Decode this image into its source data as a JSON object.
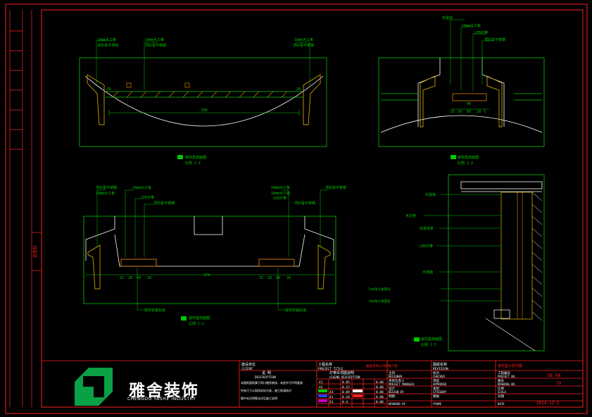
{
  "colors": {
    "line": "#00c800",
    "frame": "#ffffff",
    "red": "#ff2020",
    "wood": "#c8a000",
    "orange": "#e08000",
    "bg": "#000000"
  },
  "brand": {
    "name": "雅舍装饰",
    "sub": "CHENGDU YASHE INDUSTRY"
  },
  "details": {
    "d1": {
      "labels": [
        "18mm大工板",
        "顶石膏平顶线",
        "18mm大工板",
        "顶石膏不锈钢",
        "18mm大工板",
        "顶石膏不锈钢"
      ],
      "dims": [
        "290",
        "20",
        "20"
      ],
      "title": "窗帘盒剖面图",
      "scale": "比例 1:2"
    },
    "d2": {
      "labels": [
        "石膏线",
        "18mm大工板",
        "LED灯带",
        "顶石膏不锈钢"
      ],
      "dims": [
        "40",
        "15",
        "20",
        "60",
        "20",
        "5"
      ],
      "title": "窗帘盒剖面图",
      "scale": "比例 1:2"
    },
    "d3": {
      "labels": [
        "顶石膏不锈钢",
        "18mm大工板",
        "18mm大工板",
        "LED灯带",
        "顶石膏不锈钢",
        "18mm大工板",
        "18mm大工板",
        "LED灯带",
        "顶石膏不锈钢",
        "顶石膏不锈钢"
      ],
      "dims": [
        "15",
        "20",
        "60",
        "20",
        "270",
        "15",
        "20",
        "60",
        "20"
      ],
      "notes": [
        "窗帘安装轨道",
        "窗帘安装轨道"
      ],
      "title": "窗帘盒剖面图",
      "scale": "比例 1:2"
    },
    "d4": {
      "labels": [
        "石膏板",
        "木龙骨",
        "石膏线条",
        "LED灯带",
        "木饰面",
        "5mm防火板基层",
        "5mm防火板基层"
      ],
      "title": "窗帘盒剖面图",
      "scale": "比例 1:5"
    }
  },
  "title_block": {
    "client_cn": "建设单位",
    "client_en": "CLIENT",
    "notes_cn": "说 明",
    "notes_en": "DESCRIPTION",
    "notes_text": [
      "本图纸版权属于四川雅舍装饰，未经许可不得复制",
      "所有尺寸以现场实际为准，施工前请核对",
      "图中未注明做法详见施工说明"
    ],
    "project_cn": "工程名称",
    "project_en": "PROJECT TITLE",
    "project_sub": "灯带吊顶图说明",
    "project_sub_en": "LEGEND DESCRIPTION",
    "red_project": "雅舍装饰公司样板工程",
    "legend_rows": [
      {
        "a": "41",
        "b": "0.05",
        "c": "0.00"
      },
      {
        "a": "42",
        "b": "0.15",
        "c": "0.00"
      },
      {
        "a": "43",
        "b": "0.09",
        "c": "0.00"
      },
      {
        "a": "41",
        "b": "0.18",
        "c": "0.00"
      },
      {
        "a": "41",
        "b": "0.4",
        "c": "0.00"
      }
    ],
    "roles": [
      {
        "cn": "主持",
        "en": "DESIGNER"
      },
      {
        "cn": "项目负责人",
        "en": "PROJECT MANAGER"
      },
      {
        "cn": "设计",
        "en": "DESIGN BY"
      },
      {
        "cn": "制图",
        "en": "DRAWING BY"
      }
    ],
    "reviews": [
      {
        "cn": "图纸名称",
        "en": "REVISION"
      },
      {
        "cn": "校对",
        "en": "CHECKED"
      },
      {
        "cn": "审核",
        "en": "APPROVED"
      },
      {
        "cn": "类别",
        "en": "CATEGORY"
      },
      {
        "cn": "图幅",
        "en": "FRAME"
      }
    ],
    "drawing_name_red": "窗帘盒大样详图",
    "meta": [
      {
        "cn": "工程编号",
        "en": "PROJECT NO.",
        "value": "DE-08"
      },
      {
        "cn": "图号",
        "en": "DRAWING NO.",
        "value": "79"
      },
      {
        "cn": "比例",
        "en": "SCALE",
        "value": ""
      },
      {
        "cn": "日期",
        "en": "DATE",
        "value": "2014-12-1"
      }
    ]
  },
  "left_strip": {
    "red_label": "会签栏"
  }
}
